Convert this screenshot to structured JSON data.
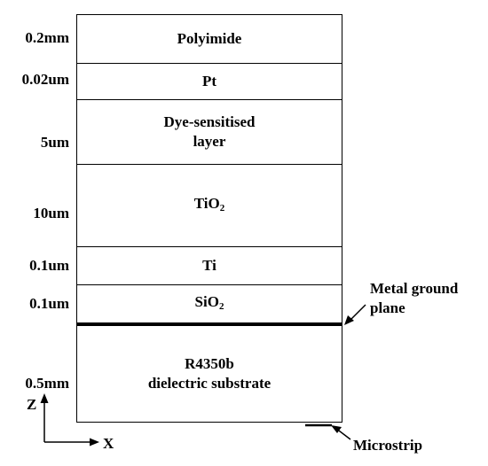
{
  "layers": [
    {
      "thickness": "0.2mm",
      "name": "Polyimide",
      "sub": ""
    },
    {
      "thickness": "0.02um",
      "name": "Pt",
      "sub": ""
    },
    {
      "thickness": "5um",
      "name": "Dye-sensitised",
      "name2": "layer",
      "sub": ""
    },
    {
      "thickness": "10um",
      "name": "TiO",
      "sub": "2"
    },
    {
      "thickness": "0.1um",
      "name": "Ti",
      "sub": ""
    },
    {
      "thickness": "0.1um",
      "name": "SiO",
      "sub": "2"
    },
    {
      "thickness": "0.5mm",
      "name": "R4350b",
      "name2": "dielectric substrate",
      "sub": ""
    }
  ],
  "annotations": {
    "ground_plane_line1": "Metal ground",
    "ground_plane_line2": "plane",
    "microstrip": "Microstrip"
  },
  "axes": {
    "z_label": "Z",
    "x_label": "X"
  }
}
